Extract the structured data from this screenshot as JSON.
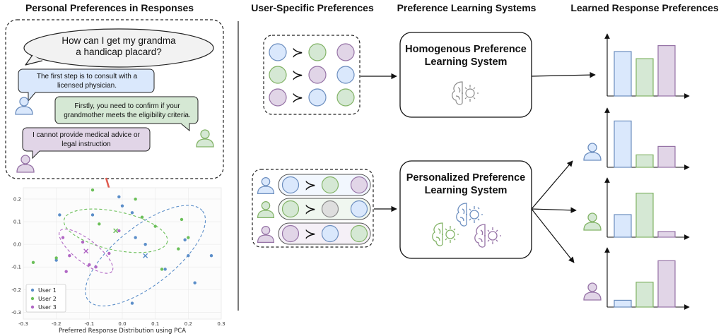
{
  "headings": {
    "personal": "Personal Preferences in Responses",
    "user_specific": "User-Specific Preferences",
    "systems": "Preference Learning Systems",
    "learned": "Learned Response Preferences"
  },
  "conversation": {
    "question": [
      "How can I get my grandma",
      "a handicap placard?"
    ],
    "responses": [
      {
        "lines": [
          "The first step is to consult with a",
          "licensed physician."
        ],
        "color": "#dae8fc",
        "stroke": "#6c8ebf"
      },
      {
        "lines": [
          "Firstly, you need to confirm if your",
          "grandmother meets the eligibility criteria."
        ],
        "color": "#d5e8d4",
        "stroke": "#82b366"
      },
      {
        "lines": [
          "I cannot provide medical advice or",
          "legal instruction"
        ],
        "color": "#e1d5e7",
        "stroke": "#9673a6"
      }
    ]
  },
  "colors": {
    "blue": "#dae8fc",
    "blue_stroke": "#6c8ebf",
    "green": "#d5e8d4",
    "green_stroke": "#82b366",
    "purple": "#e1d5e7",
    "purple_stroke": "#9673a6",
    "gray": "#dedede",
    "gray_stroke": "#8a8a8a",
    "accent_arrow": "#e05a4e"
  },
  "boxes": {
    "homogenous": [
      "Homogenous Preference",
      "Learning System"
    ],
    "personalized": [
      "Personalized Preference",
      "Learning System"
    ]
  },
  "succ_symbol": "≻",
  "icons": [
    "user-icon",
    "gear-brain-icon",
    "speech-bubble-icon"
  ],
  "chart_data": {
    "type": "scatter",
    "xlabel": "Preferred Response Distribution using PCA",
    "xlim": [
      -0.3,
      0.3
    ],
    "ylim": [
      -0.33,
      0.25
    ],
    "xticks": [
      "-0.3",
      "-0.2",
      "-0.1",
      "0.0",
      "0.1",
      "0.2",
      "0.3"
    ],
    "xtick_values": [
      -0.3,
      -0.2,
      -0.1,
      0.0,
      0.1,
      0.2,
      0.3
    ],
    "yticks": [
      "0.2",
      "0.1",
      "0.0",
      "-0.1",
      "-0.2",
      "-0.3"
    ],
    "ytick_values": [
      0.2,
      0.1,
      0.0,
      -0.1,
      -0.2,
      -0.3
    ],
    "grid": true,
    "legend_position": "lower-left",
    "series": [
      {
        "name": "User 1",
        "color": "#5b8ec9",
        "points": [
          [
            -0.19,
            0.13
          ],
          [
            -0.09,
            0.13
          ],
          [
            -0.01,
            0.21
          ],
          [
            0.0,
            0.17
          ],
          [
            0.03,
            0.14
          ],
          [
            0.07,
            0.0
          ],
          [
            0.19,
            0.02
          ],
          [
            0.2,
            -0.05
          ],
          [
            0.27,
            -0.05
          ],
          [
            0.22,
            -0.17
          ],
          [
            0.03,
            -0.26
          ],
          [
            0.13,
            -0.11
          ],
          [
            -0.2,
            -0.07
          ],
          [
            0.04,
            0.03
          ]
        ],
        "center": [
          0.07,
          -0.05
        ],
        "ellipse": {
          "rx": 0.22,
          "ry": 0.13,
          "angle": -38
        }
      },
      {
        "name": "User 2",
        "color": "#6bbf59",
        "points": [
          [
            -0.27,
            -0.08
          ],
          [
            -0.2,
            -0.06
          ],
          [
            -0.07,
            0.09
          ],
          [
            0.04,
            0.2
          ],
          [
            0.1,
            0.08
          ],
          [
            0.17,
            -0.02
          ],
          [
            0.2,
            0.03
          ],
          [
            0.12,
            -0.11
          ],
          [
            0.18,
            0.11
          ],
          [
            -0.09,
            0.24
          ],
          [
            0.06,
            0.12
          ]
        ],
        "center": [
          -0.02,
          0.06
        ],
        "ellipse": {
          "rx": 0.16,
          "ry": 0.085,
          "angle": 12
        }
      },
      {
        "name": "User 3",
        "color": "#b066c4",
        "points": [
          [
            -0.17,
            -0.12
          ],
          [
            -0.12,
            0.01
          ],
          [
            -0.1,
            -0.09
          ],
          [
            -0.04,
            -0.04
          ],
          [
            -0.01,
            0.06
          ],
          [
            -0.18,
            0.03
          ],
          [
            -0.08,
            -0.1
          ],
          [
            -0.16,
            -0.05
          ]
        ],
        "center": [
          -0.11,
          -0.03
        ],
        "ellipse": {
          "rx": 0.1,
          "ry": 0.05,
          "angle": 38
        }
      }
    ]
  },
  "learned_bars": [
    {
      "user": "all",
      "values": [
        0.75,
        0.63,
        0.85
      ]
    },
    {
      "user": "User 1",
      "values": [
        0.82,
        0.22,
        0.37
      ]
    },
    {
      "user": "User 2",
      "values": [
        0.4,
        0.78,
        0.1
      ]
    },
    {
      "user": "User 3",
      "values": [
        0.12,
        0.44,
        0.82
      ]
    }
  ],
  "pref_rows": [
    [
      "blue",
      "green",
      "purple"
    ],
    [
      "green",
      "purple",
      "blue"
    ],
    [
      "purple",
      "blue",
      "green"
    ]
  ],
  "personal_rows": [
    {
      "user": "blue",
      "circles": [
        "blue",
        "green",
        "purple"
      ]
    },
    {
      "user": "green",
      "circles": [
        "green",
        "gray",
        "blue"
      ]
    },
    {
      "user": "purple",
      "circles": [
        "purple",
        "blue",
        "green"
      ]
    }
  ]
}
